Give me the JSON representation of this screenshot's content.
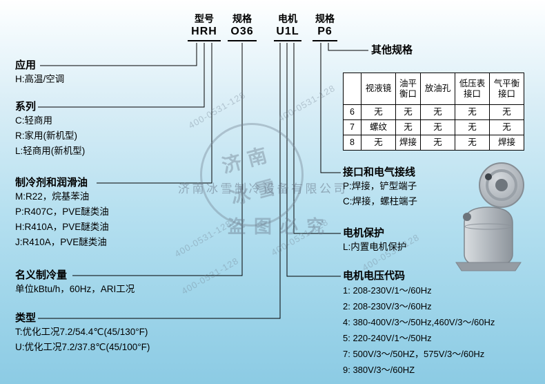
{
  "header": {
    "codes": [
      {
        "label": "型号",
        "value": "HRH"
      },
      {
        "label": "规格",
        "value": "O36"
      },
      {
        "label": "电机",
        "value": "U1L"
      },
      {
        "label": "规格",
        "value": "P6"
      }
    ]
  },
  "left_sections": [
    {
      "title": "应用",
      "items": [
        "H:高温/空调"
      ]
    },
    {
      "title": "系列",
      "items": [
        "C:轻商用",
        "R:家用(新机型)",
        "L:轻商用(新机型)"
      ]
    },
    {
      "title": "制冷剂和润滑油",
      "items": [
        "M:R22，烷基苯油",
        "P:R407C，PVE醚类油",
        "H:R410A，PVE醚类油",
        "J:R410A，PVE醚类油"
      ]
    },
    {
      "title": "名义制冷量",
      "items": [
        "单位kBtu/h，60Hz，ARI工况"
      ]
    },
    {
      "title": "类型",
      "items": [
        "T:优化工况7.2/54.4℃(45/130°F)",
        "U:优化工况7.2/37.8℃(45/100°F)"
      ]
    }
  ],
  "right_sections": [
    {
      "title": "其他规格",
      "items": []
    },
    {
      "title": "接口和电气接线",
      "items": [
        "P:焊接，铲型端子",
        "C:焊接，螺柱端子"
      ]
    },
    {
      "title": "电机保护",
      "items": [
        "L:内置电机保护"
      ]
    },
    {
      "title": "电机电压代码",
      "items": [
        "1: 208-230V/1～/60Hz",
        "2: 208-230V/3～/60Hz",
        "4: 380-400V/3～/50Hz,460V/3～/60Hz",
        "5: 220-240V/1～/50Hz",
        "7: 500V/3～/50HZ，575V/3～/60Hz",
        "9: 380V/3～/60HZ"
      ]
    }
  ],
  "spec_table": {
    "columns": [
      "",
      "视液镜",
      "油平衡口",
      "放油孔",
      "低压表接口",
      "气平衡接口"
    ],
    "rows": [
      {
        "code": "6",
        "cells": [
          "无",
          "无",
          "无",
          "无",
          "无"
        ]
      },
      {
        "code": "7",
        "cells": [
          "螺纹",
          "无",
          "无",
          "无",
          "无"
        ]
      },
      {
        "code": "8",
        "cells": [
          "无",
          "焊接",
          "无",
          "无",
          "焊接"
        ]
      }
    ]
  },
  "watermarks": {
    "company": "济南冰雪制冷设备有限公司",
    "anti_piracy": "盗图必究",
    "phone": "400-0531-128",
    "seal_line1": "济南",
    "seal_line2": "冰雪"
  }
}
